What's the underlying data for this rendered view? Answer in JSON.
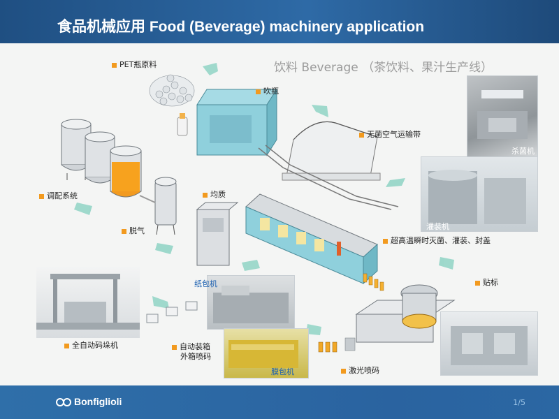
{
  "header": {
    "title": "食品机械应用  Food (Beverage) machinery application"
  },
  "diagram": {
    "subtitle": "饮料 Beverage （茶饮料、果汁生产线）",
    "labels": {
      "pet": "PET瓶原料",
      "blow": "吹瓶",
      "conveyor": "无菌空气运输带",
      "mixing": "调配系统",
      "degas": "脱气",
      "homog": "均质",
      "uht": "超高温瞬时灭菌、灌装、封盖",
      "labeling": "贴标",
      "laser": "激光喷码",
      "case": "自动装箱",
      "case2": "外箱喷码",
      "palletizer": "全自动码垛机"
    },
    "photos": {
      "sterilizer": "杀菌机",
      "filler": "灌装机",
      "carton": "纸包机",
      "film": "膜包机"
    }
  },
  "footer": {
    "brand": "Bonfiglioli",
    "page": "1/5"
  },
  "colors": {
    "header": "#2a5f97",
    "footer": "#2b67a3",
    "accent": "#f29a1f",
    "machine": "#8fd0dc"
  }
}
